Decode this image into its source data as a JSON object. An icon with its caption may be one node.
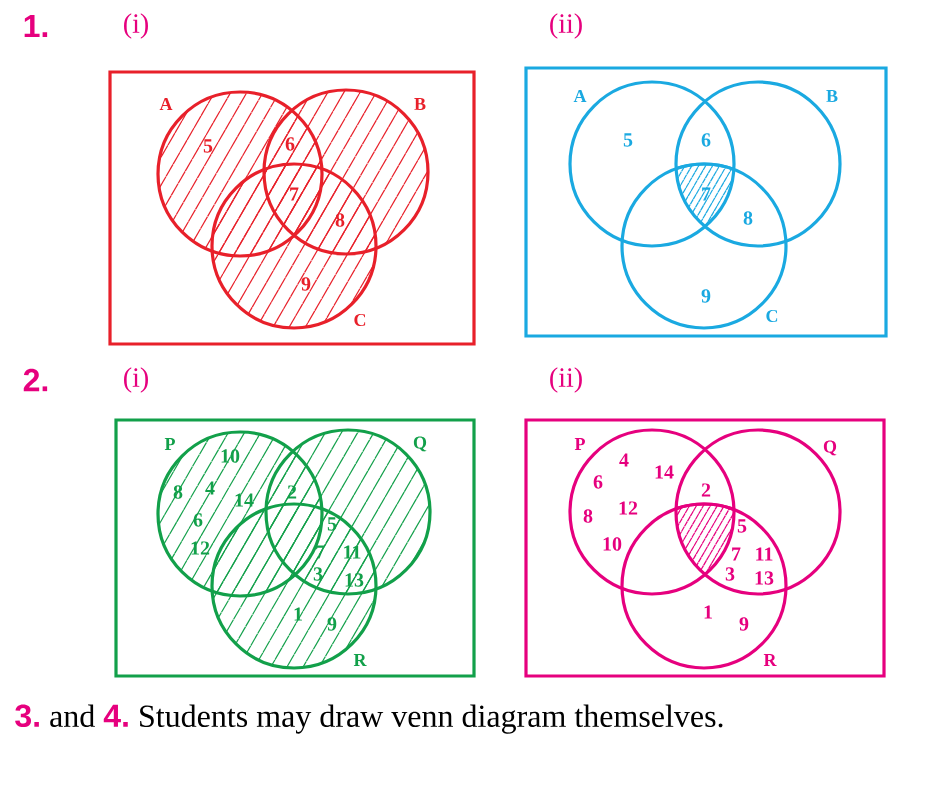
{
  "diagram": {
    "labels": [
      "1.",
      "(i)",
      "(ii)",
      "A",
      "B",
      "5",
      "6",
      "7",
      "8",
      "9",
      "C",
      "A",
      "B",
      "5",
      "6",
      "7",
      "8",
      "9",
      "C",
      "2.",
      "(i)",
      "(ii)",
      "P",
      "10",
      "Q",
      "8",
      "4",
      "14",
      "2",
      "6",
      "5",
      "12",
      "7",
      "11",
      "3",
      "13",
      "1",
      "9",
      "R",
      "P",
      "4",
      "14",
      "Q",
      "6",
      "2",
      "12",
      "8",
      "5",
      "10",
      "7",
      "11",
      "3",
      "13",
      "1",
      "9",
      "R",
      "3.",
      "and",
      "4.",
      "Students may draw venn diagram themselves."
    ]
  }
}
